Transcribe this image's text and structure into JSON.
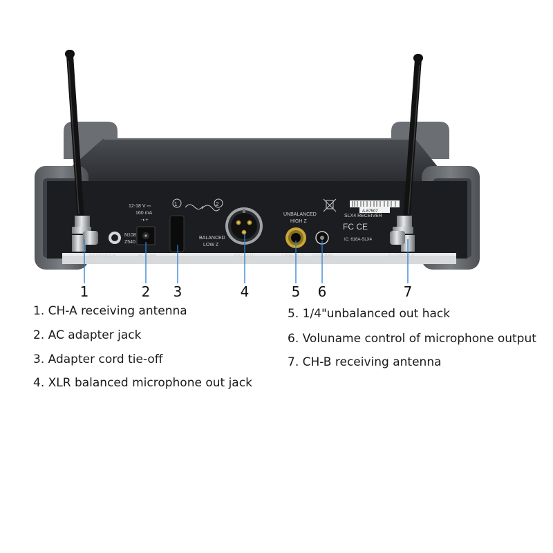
{
  "device": {
    "panel_labels": {
      "antenna_b": "ANTENNA B",
      "power": "POWER",
      "voltage": "12-18 V ⎓",
      "current": "160 mA",
      "polarity": "-◐+",
      "n108": "N108",
      "z540": "Z540",
      "balanced": "BALANCED",
      "low_z": "LOW Z",
      "mic_out": "MIC OUT",
      "unbalanced": "UNBALANCED",
      "high_z": "HIGH Z",
      "line_out": "LINE OUT",
      "volume": "VOLUME",
      "serial": "A-67507",
      "model": "SLX4 RECEIVER",
      "fc": "FC CE",
      "ic": "IC: 616A-SLX4",
      "antenna_a": "ANTENNA A",
      "step1": "1",
      "step2": "2"
    }
  },
  "callouts": [
    "1",
    "2",
    "3",
    "4",
    "5",
    "6",
    "7"
  ],
  "legend": {
    "left": [
      "1. CH-A receiving antenna",
      "2. AC adapter jack",
      "3. Adapter cord tie-off",
      "4. XLR balanced microphone out jack"
    ],
    "right": [
      "5. 1/4\"unbalanced out hack",
      "6. Voluname control of microphone output",
      "7. CH-B receiving antenna"
    ]
  },
  "colors": {
    "leader_line": "#2a7fd4",
    "panel": "#1b1d20",
    "case_gray": "#5e6166",
    "connector_gold": "#c7a63a"
  }
}
